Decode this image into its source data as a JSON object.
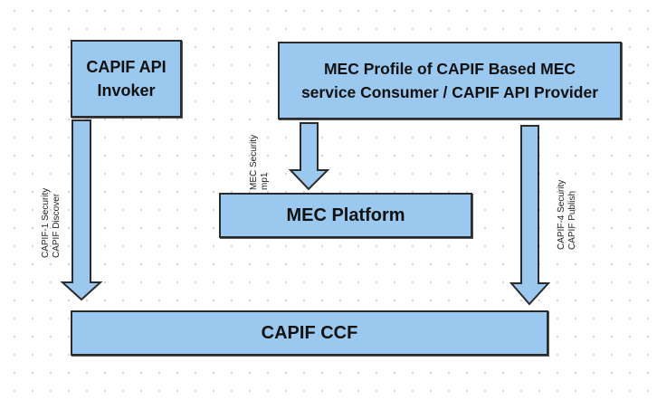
{
  "boxes": {
    "invoker": "CAPIF API Invoker",
    "mec_profile": "MEC Profile of CAPIF Based MEC service Consumer / CAPIF API Provider",
    "mec_platform": "MEC Platform",
    "ccf": "CAPIF CCF"
  },
  "labels": {
    "left_arrow": [
      "CAPIF-1 Security",
      "CAPIF Discover"
    ],
    "middle_arrow": [
      "MEC Security",
      "mp1"
    ],
    "right_arrow": [
      "CAPIF-4 Security",
      "CAPIF Publish"
    ]
  },
  "colors": {
    "fill": "#9ac8ef",
    "stroke": "#2b2b2b"
  }
}
